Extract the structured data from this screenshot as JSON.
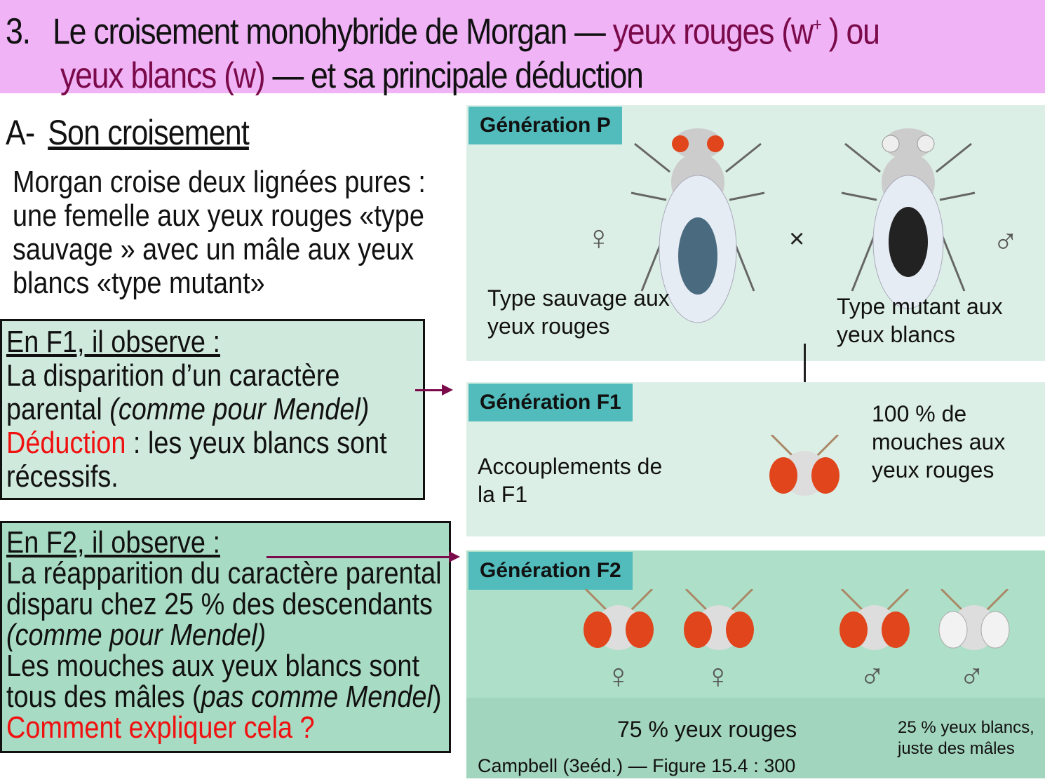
{
  "title": {
    "number": "3.",
    "part1": "Le croisement monohybride de Morgan — ",
    "part2": "yeux rouges (w",
    "sup": "+",
    "part3": " ) ou",
    "part4": "yeux blancs (w)",
    "part5": " — et sa principale déduction"
  },
  "section": {
    "letter": "A-",
    "heading": "Son croisement"
  },
  "intro": "Morgan croise deux lignées pures : une femelle aux yeux rouges «type sauvage » avec un mâle aux yeux blancs «type mutant»",
  "f1_box": {
    "heading": "En F1, il observe :",
    "line1": "La disparition d’un caractère parental ",
    "italic": "(comme pour Mendel)",
    "deduction_label": "Déduction",
    "deduction_text": " : les yeux blancs sont récessifs."
  },
  "f2_box": {
    "heading": "En F2, il observe :",
    "line1": "La réapparition du caractère parental disparu chez 25 % des descendants ",
    "italic1": "(comme pour Mendel)",
    "line2": "Les mouches aux yeux blancs sont tous des mâles (",
    "italic2": "pas comme Mendel",
    "line2_end": ")",
    "question": "Comment expliquer cela ?"
  },
  "figure": {
    "gen_p": {
      "label": "Génération P",
      "female_caption": "Type sauvage aux yeux rouges",
      "male_caption": "Type mutant aux yeux blancs",
      "cross": "×",
      "female_symbol": "♀",
      "male_symbol": "♂"
    },
    "gen_f1": {
      "label": "Génération F1",
      "left_text": "Accouplements de la F1",
      "right_text": "100 % de mouches aux yeux rouges"
    },
    "gen_f2": {
      "label": "Génération F2",
      "symbols": [
        "♀",
        "♀",
        "♂",
        "♂"
      ],
      "red_text": "75 % yeux rouges",
      "white_text": "25 % yeux blancs, juste des mâles",
      "citation": "Campbell (3eéd.) — Figure 15.4 : 300"
    }
  },
  "colors": {
    "title_bg": "#efb3f6",
    "accent": "#7a0a4a",
    "red": "#f01010",
    "tab": "#52bcbc"
  }
}
